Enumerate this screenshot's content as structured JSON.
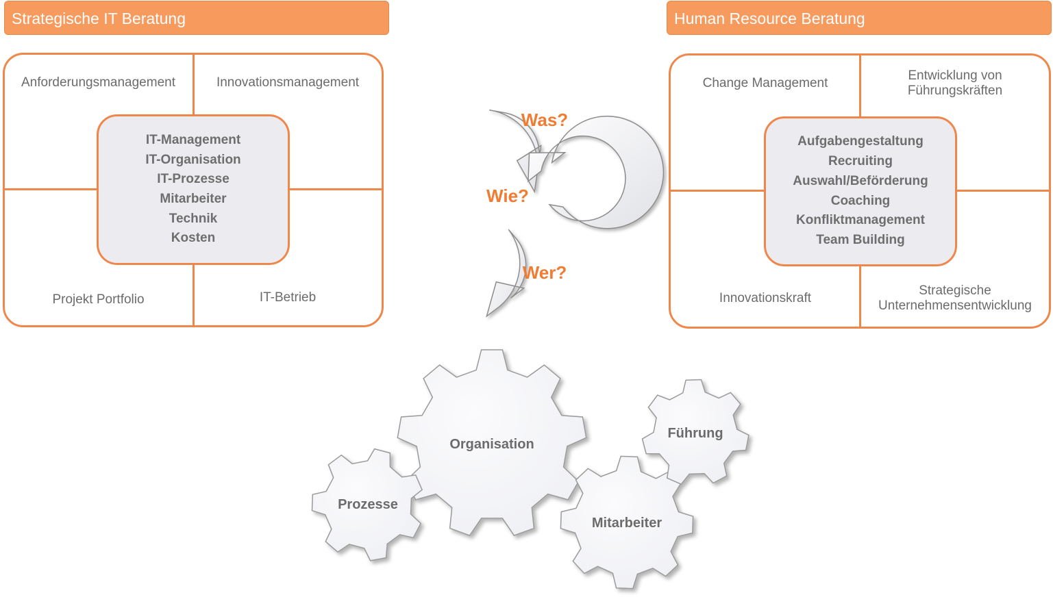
{
  "left_panel": {
    "title": "Strategische IT Beratung",
    "quadrants": [
      "Anforderungsmanagement",
      "Innovationsmanagement",
      "Projekt Portfolio",
      "IT-Betrieb"
    ],
    "center_items": [
      "IT-Management",
      "IT-Organisation",
      "IT-Prozesse",
      "Mitarbeiter",
      "Technik",
      "Kosten"
    ]
  },
  "right_panel": {
    "title": "Human Resource Beratung",
    "quadrants": [
      "Change Management",
      "Entwicklung von Führungskräften",
      "Innovationskraft",
      "Strategische Unternehmensentwicklung"
    ],
    "center_items": [
      "Aufgabengestaltung",
      "Recruiting",
      "Auswahl/Beförderung",
      "Coaching",
      "Konfliktmanagement",
      "Team Building"
    ]
  },
  "cycle": {
    "labels": [
      "Was?",
      "Wie?",
      "Wer?"
    ]
  },
  "gears": {
    "labels": [
      "Organisation",
      "Prozesse",
      "Mitarbeiter",
      "Führung"
    ]
  },
  "colors": {
    "accent": "#f79a5e",
    "border": "#f0874a",
    "question": "#f07c32",
    "text": "#6b6b6b",
    "center_fill": "#ebebf0",
    "gear_fill": "#f4f5f9"
  }
}
